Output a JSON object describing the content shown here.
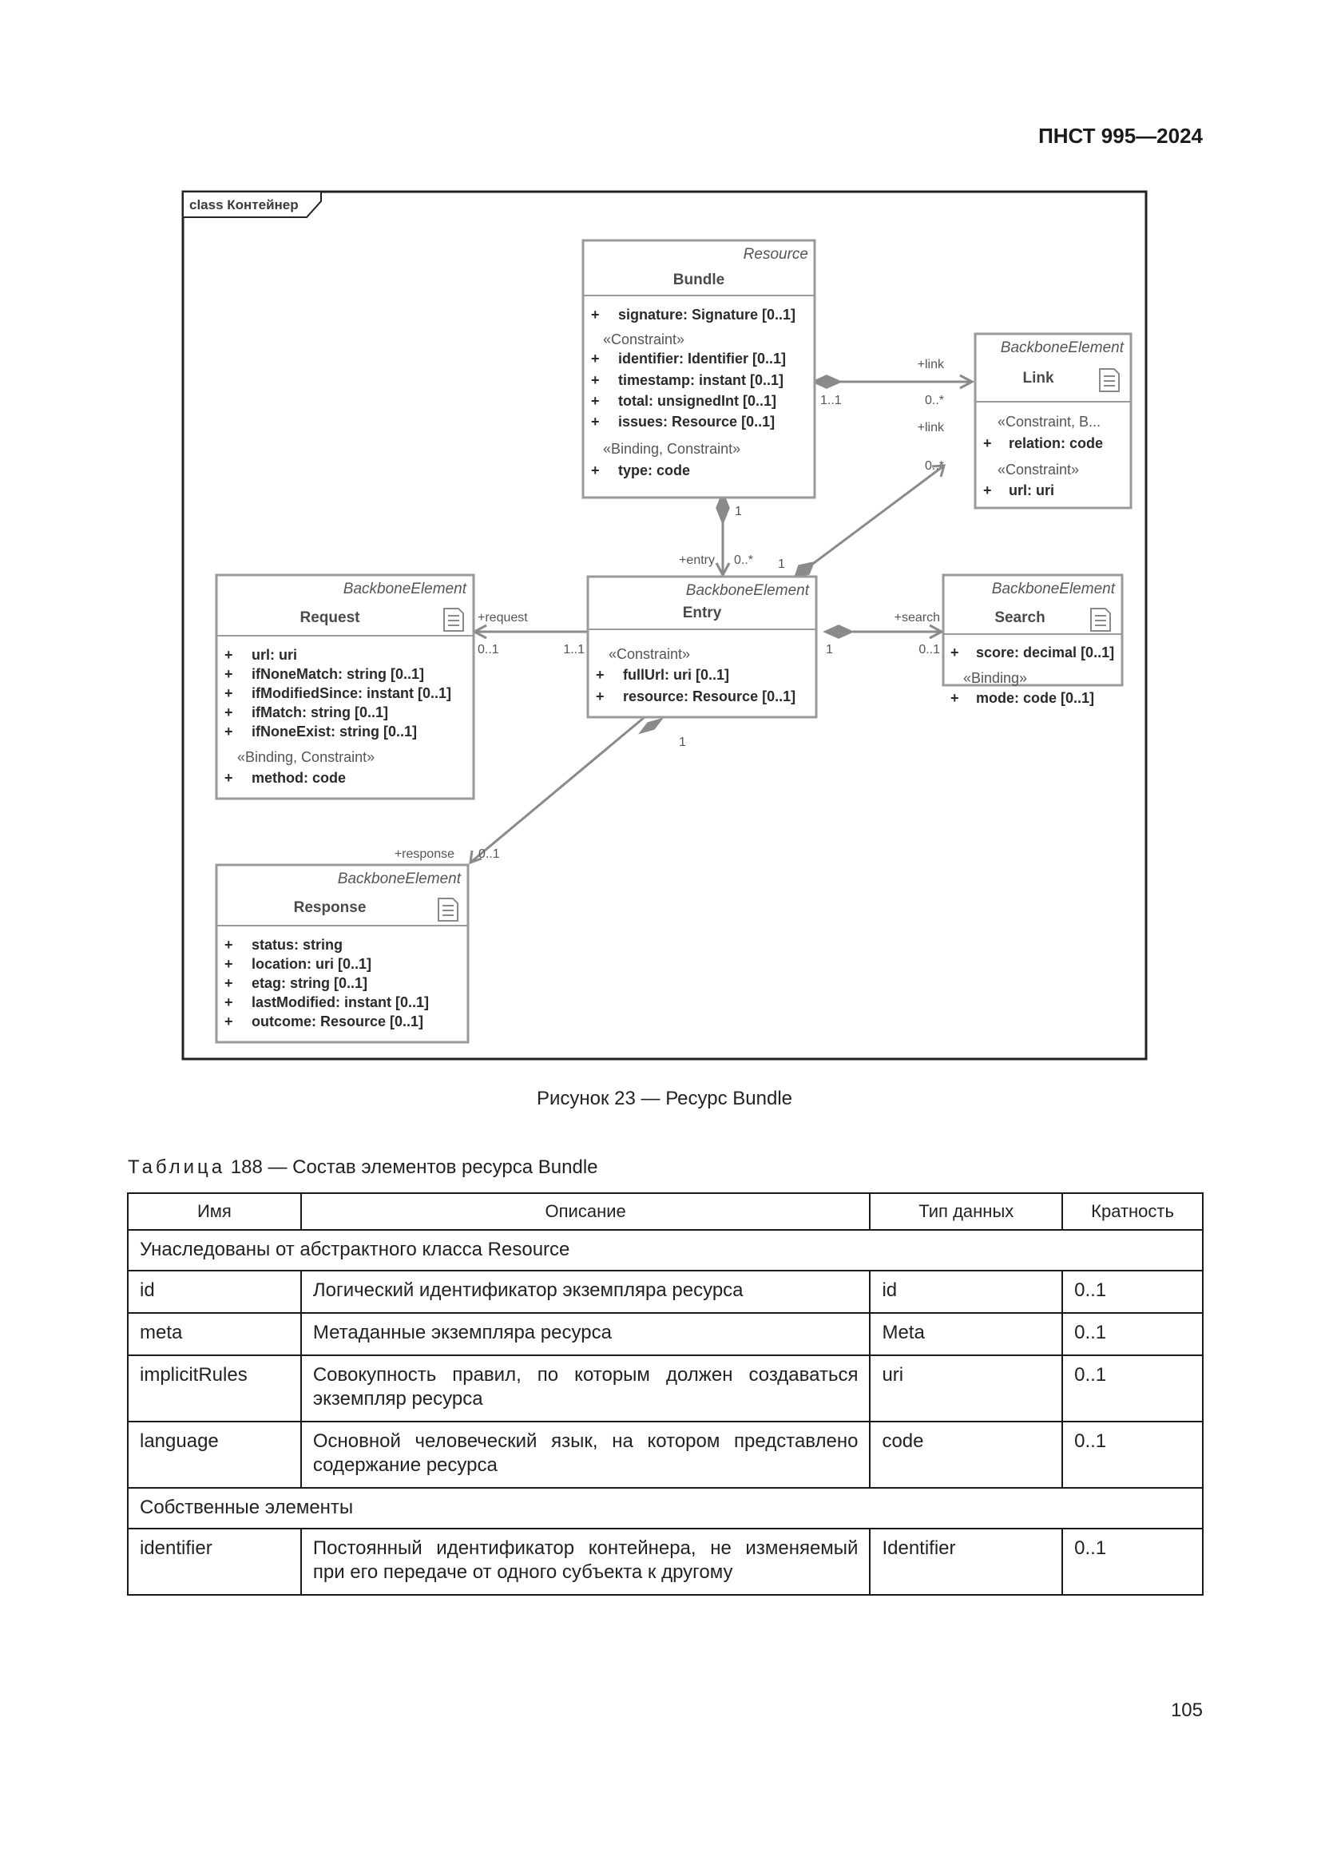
{
  "header": {
    "doc_id": "ПНСТ 995—2024"
  },
  "diagram": {
    "frame_label": "class Контейнер",
    "classes": {
      "bundle": {
        "stereotype": "Resource",
        "name": "Bundle",
        "attr1": "signature: Signature [0..1]",
        "group1": "«Constraint»",
        "attr2": "identifier: Identifier [0..1]",
        "attr3": "timestamp: instant [0..1]",
        "attr4": "total: unsignedInt [0..1]",
        "attr5": "issues: Resource [0..1]",
        "group2": "«Binding, Constraint»",
        "attr6": "type: code"
      },
      "link": {
        "stereotype": "BackboneElement",
        "name": "Link",
        "group1": "«Constraint, B...",
        "attr1": "relation: code",
        "group2": "«Constraint»",
        "attr2": "url: uri"
      },
      "entry": {
        "stereotype": "BackboneElement",
        "name": "Entry",
        "group1": "«Constraint»",
        "attr1": "fullUrl: uri [0..1]",
        "attr2": "resource: Resource [0..1]"
      },
      "request": {
        "stereotype": "BackboneElement",
        "name": "Request",
        "attr1": "url: uri",
        "attr2": "ifNoneMatch: string [0..1]",
        "attr3": "ifModifiedSince: instant [0..1]",
        "attr4": "ifMatch: string [0..1]",
        "attr5": "ifNoneExist: string [0..1]",
        "group1": "«Binding, Constraint»",
        "attr6": "method: code"
      },
      "search": {
        "stereotype": "BackboneElement",
        "name": "Search",
        "attr1": "score: decimal [0..1]",
        "group1": "«Binding»",
        "attr2": "mode: code [0..1]"
      },
      "response": {
        "stereotype": "BackboneElement",
        "name": "Response",
        "attr1": "status: string",
        "attr2": "location: uri [0..1]",
        "attr3": "etag: string [0..1]",
        "attr4": "lastModified: instant [0..1]",
        "attr5": "outcome: Resource [0..1]"
      }
    },
    "plus": "+",
    "labels": {
      "link_role_1": "+link",
      "link_role_2": "+link",
      "bundle_link_src": "1..1",
      "bundle_link_dst": "0..*",
      "entry_link_dst": "0..*",
      "entry_link_src": "1",
      "bundle_entry_src": "1",
      "entry_role": "+entry",
      "entry_mult": "0..*",
      "request_role": "+request",
      "request_mult": "0..1",
      "entry_request_src": "1..1",
      "search_role": "+search",
      "entry_search_src": "1",
      "search_mult": "0..1",
      "entry_response_src": "1",
      "response_role": "+response",
      "response_mult": "0..1"
    }
  },
  "caption": "Рисунок 23 — Ресурс Bundle",
  "table": {
    "title_spaced": "Таблица",
    "title_rest": " 188 — Состав элементов ресурса Bundle",
    "headers": [
      "Имя",
      "Описание",
      "Тип данных",
      "Кратность"
    ],
    "section1": "Унаследованы от абстрактного класса Resource",
    "rows1": [
      {
        "name": "id",
        "desc": "Логический идентификатор экземпляра ресурса",
        "type": "id",
        "card": "0..1"
      },
      {
        "name": "meta",
        "desc": "Метаданные экземпляра ресурса",
        "type": "Meta",
        "card": "0..1"
      },
      {
        "name": "implicitRules",
        "desc": "Совокупность правил, по которым должен создаваться экземпляр ресурса",
        "type": "uri",
        "card": "0..1"
      },
      {
        "name": "language",
        "desc": "Основной человеческий язык, на котором представлено содержание ресурса",
        "type": "code",
        "card": "0..1"
      }
    ],
    "section2": "Собственные элементы",
    "rows2": [
      {
        "name": "identifier",
        "desc": "Постоянный идентификатор контейнера, не изменяемый при его передаче от одного субъекта к другому",
        "type": "Identifier",
        "card": "0..1"
      }
    ]
  },
  "page_number": "105"
}
